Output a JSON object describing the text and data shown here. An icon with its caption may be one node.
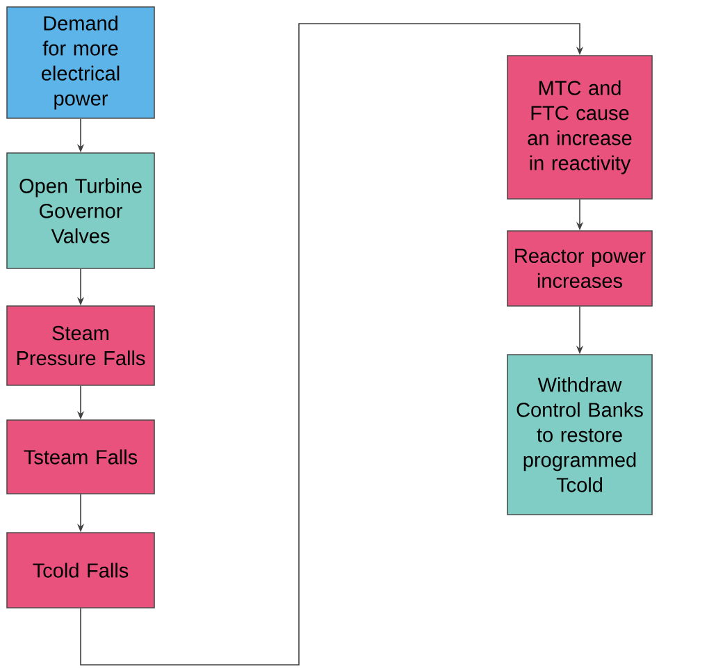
{
  "diagram": {
    "nodes": [
      {
        "text": [
          "Demand for more electrical power"
        ]
      },
      {
        "text": [
          "Open Turbine Governor Valves"
        ]
      },
      {
        "text": [
          "Steam Pressure Falls"
        ]
      },
      {
        "text": [
          "Tsteam Falls"
        ]
      },
      {
        "text": [
          "Tcold Falls"
        ]
      },
      {
        "text": [
          "MTC and FTC cause an increase in reactivity"
        ]
      },
      {
        "text": [
          "Reactor power increases"
        ]
      },
      {
        "text": [
          "Withdraw Control Banks to restore programmed Tcold"
        ]
      }
    ],
    "edges": [
      {
        "from": 0,
        "to": 1,
        "arrow": "to"
      },
      {
        "from": 1,
        "to": 2,
        "arrow": "to"
      },
      {
        "from": 2,
        "to": 3,
        "arrow": "to"
      },
      {
        "from": 3,
        "to": 4,
        "arrow": "to"
      },
      {
        "from": 4,
        "to": 5,
        "arrow": "to"
      },
      {
        "from": 5,
        "to": 6,
        "arrow": "to"
      },
      {
        "from": 6,
        "to": 7,
        "arrow": "to"
      }
    ]
  }
}
